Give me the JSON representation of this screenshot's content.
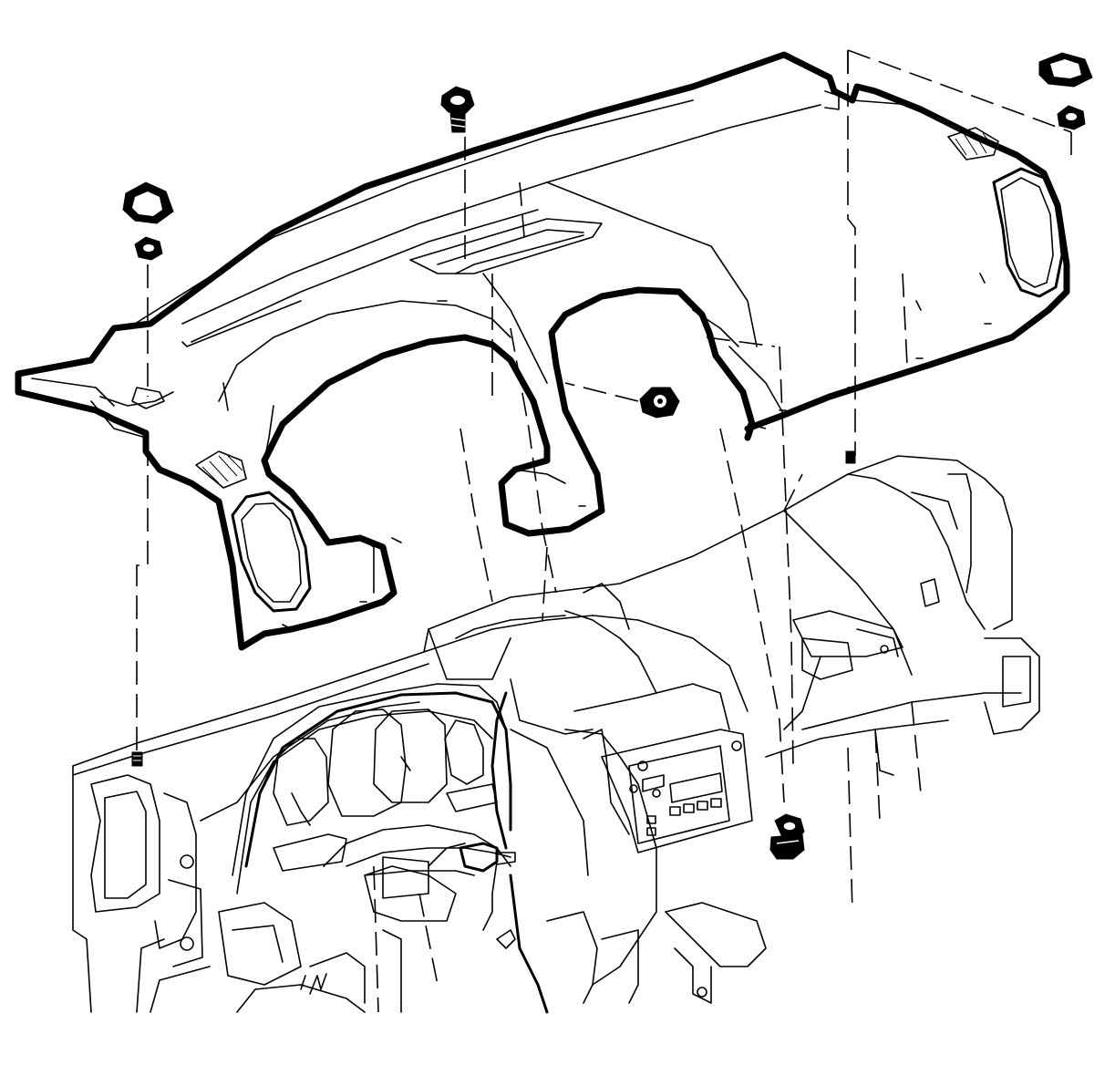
{
  "diagram": {
    "view": "exploded view",
    "components": [
      "instrument-panel-upper-trim-pad",
      "windshield-defroster-outlet",
      "speaker-grille-left",
      "speaker-grille-right",
      "instrument-cluster-bezel",
      "instrument-cluster",
      "radio-receiver",
      "steering-column",
      "instrument-panel-carrier"
    ],
    "fasteners": [
      "retainer-clip-left",
      "retainer-nut-left",
      "bolt-center-top",
      "nut-center",
      "retainer-clip-right",
      "retainer-nut-right",
      "bolt-lower-right"
    ],
    "colors": {
      "line": "#000000",
      "background": "#ffffff"
    }
  }
}
